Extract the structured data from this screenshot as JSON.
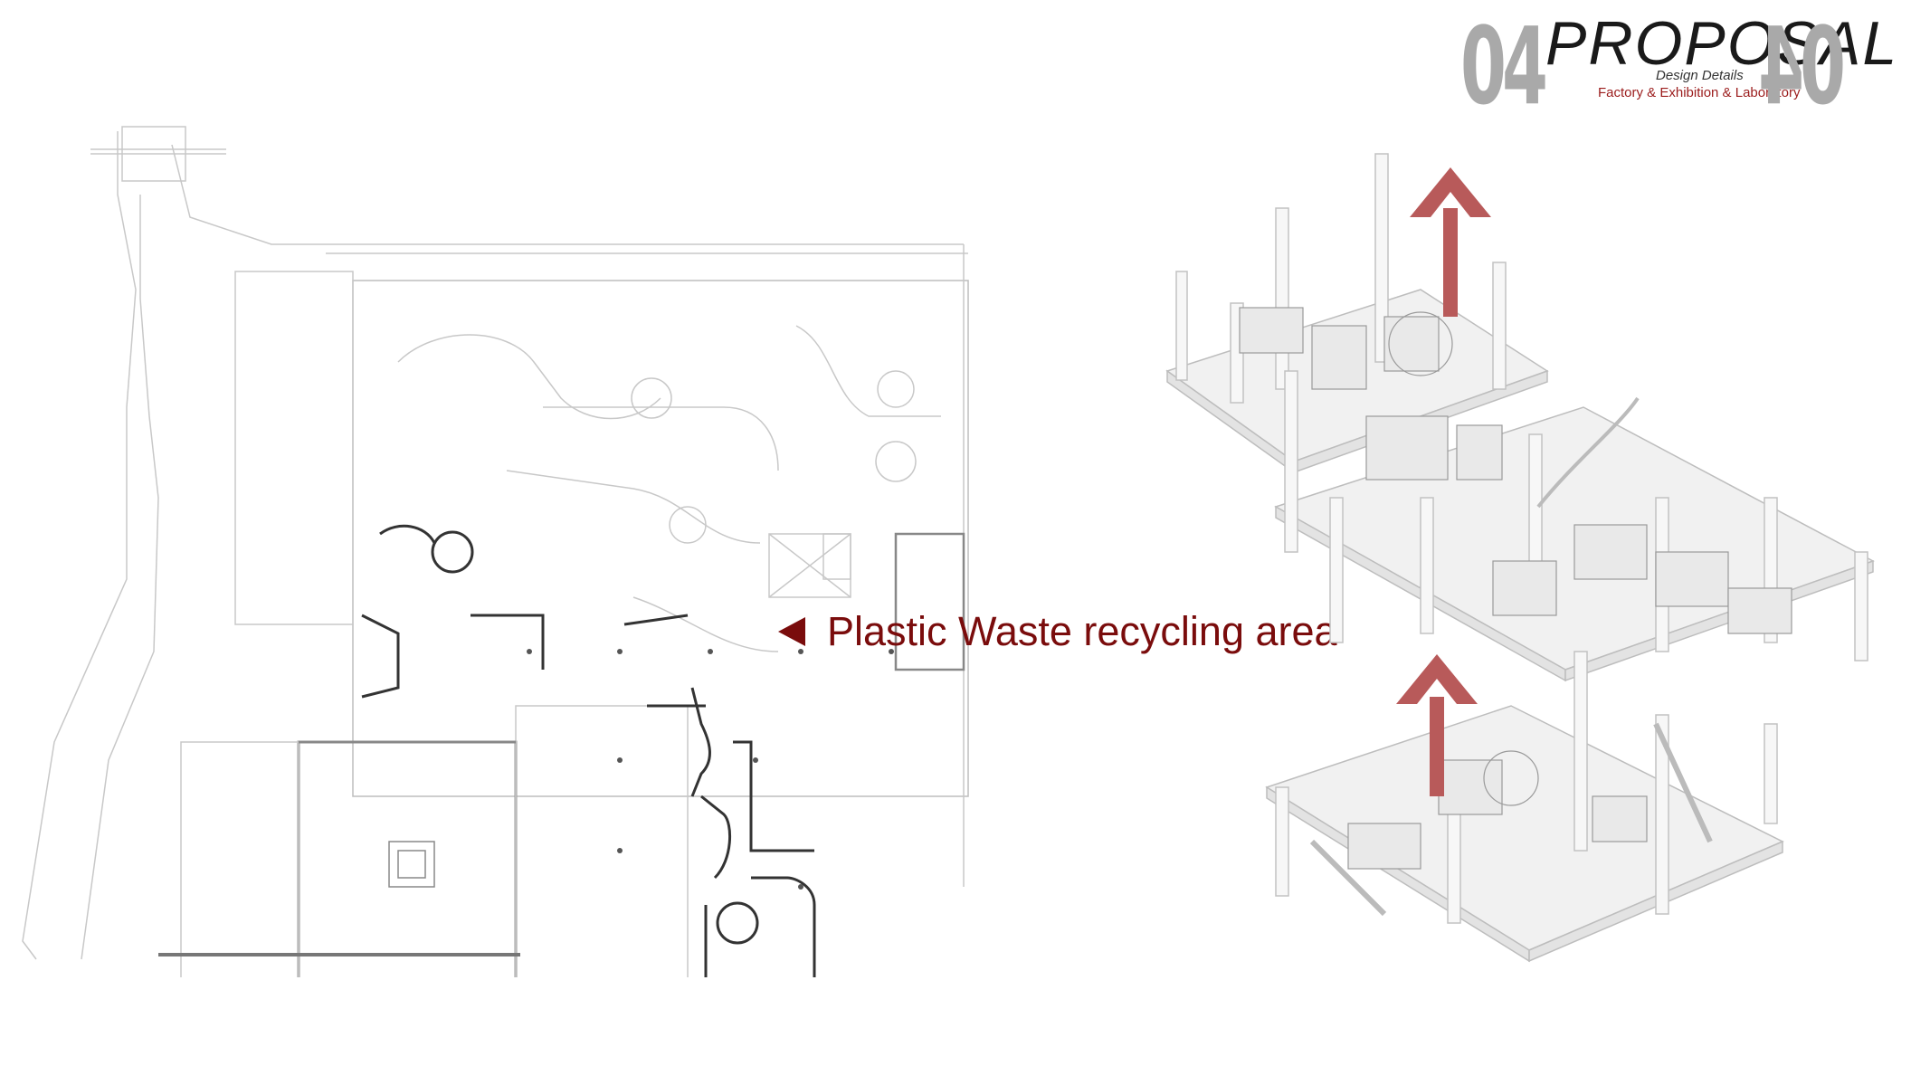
{
  "header": {
    "section_number": "04",
    "title": "PROPOSAL",
    "subtitle": "Design Details",
    "subtitle2": "Factory & Exhibition & Laboratory"
  },
  "annotation": {
    "label": "Plastic Waste recycling area"
  },
  "colors": {
    "accent": "#7a0c0c",
    "upward_arrow": "#b85a5a",
    "header_number": "#a9a9a9"
  }
}
